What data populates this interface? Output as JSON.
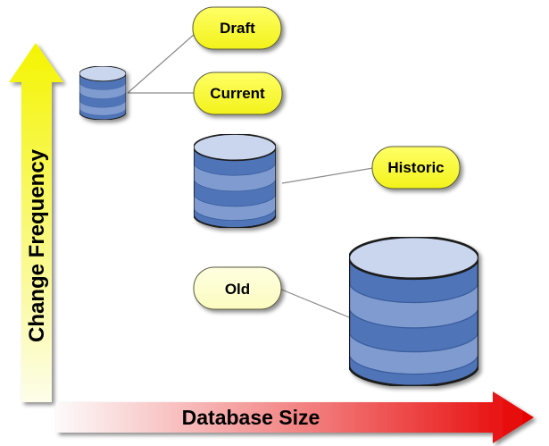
{
  "axes": {
    "y_label": "Change Frequency",
    "x_label": "Database Size"
  },
  "bubbles": {
    "draft": "Draft",
    "current": "Current",
    "historic": "Historic",
    "old": "Old"
  },
  "colors": {
    "y_arrow_top": "#f4f400",
    "y_arrow_bottom": "#fdfdea",
    "x_arrow_start": "#fdfafa",
    "x_arrow_end": "#e60000",
    "bubble_bright": "#ffff33",
    "bubble_pale": "#ffffcc",
    "db_body": "#4f75b8",
    "db_band_light": "#7f9bd0",
    "db_top": "#c9d6ee",
    "db_outline": "#1f1f1f",
    "connector": "#8c8c8c"
  }
}
